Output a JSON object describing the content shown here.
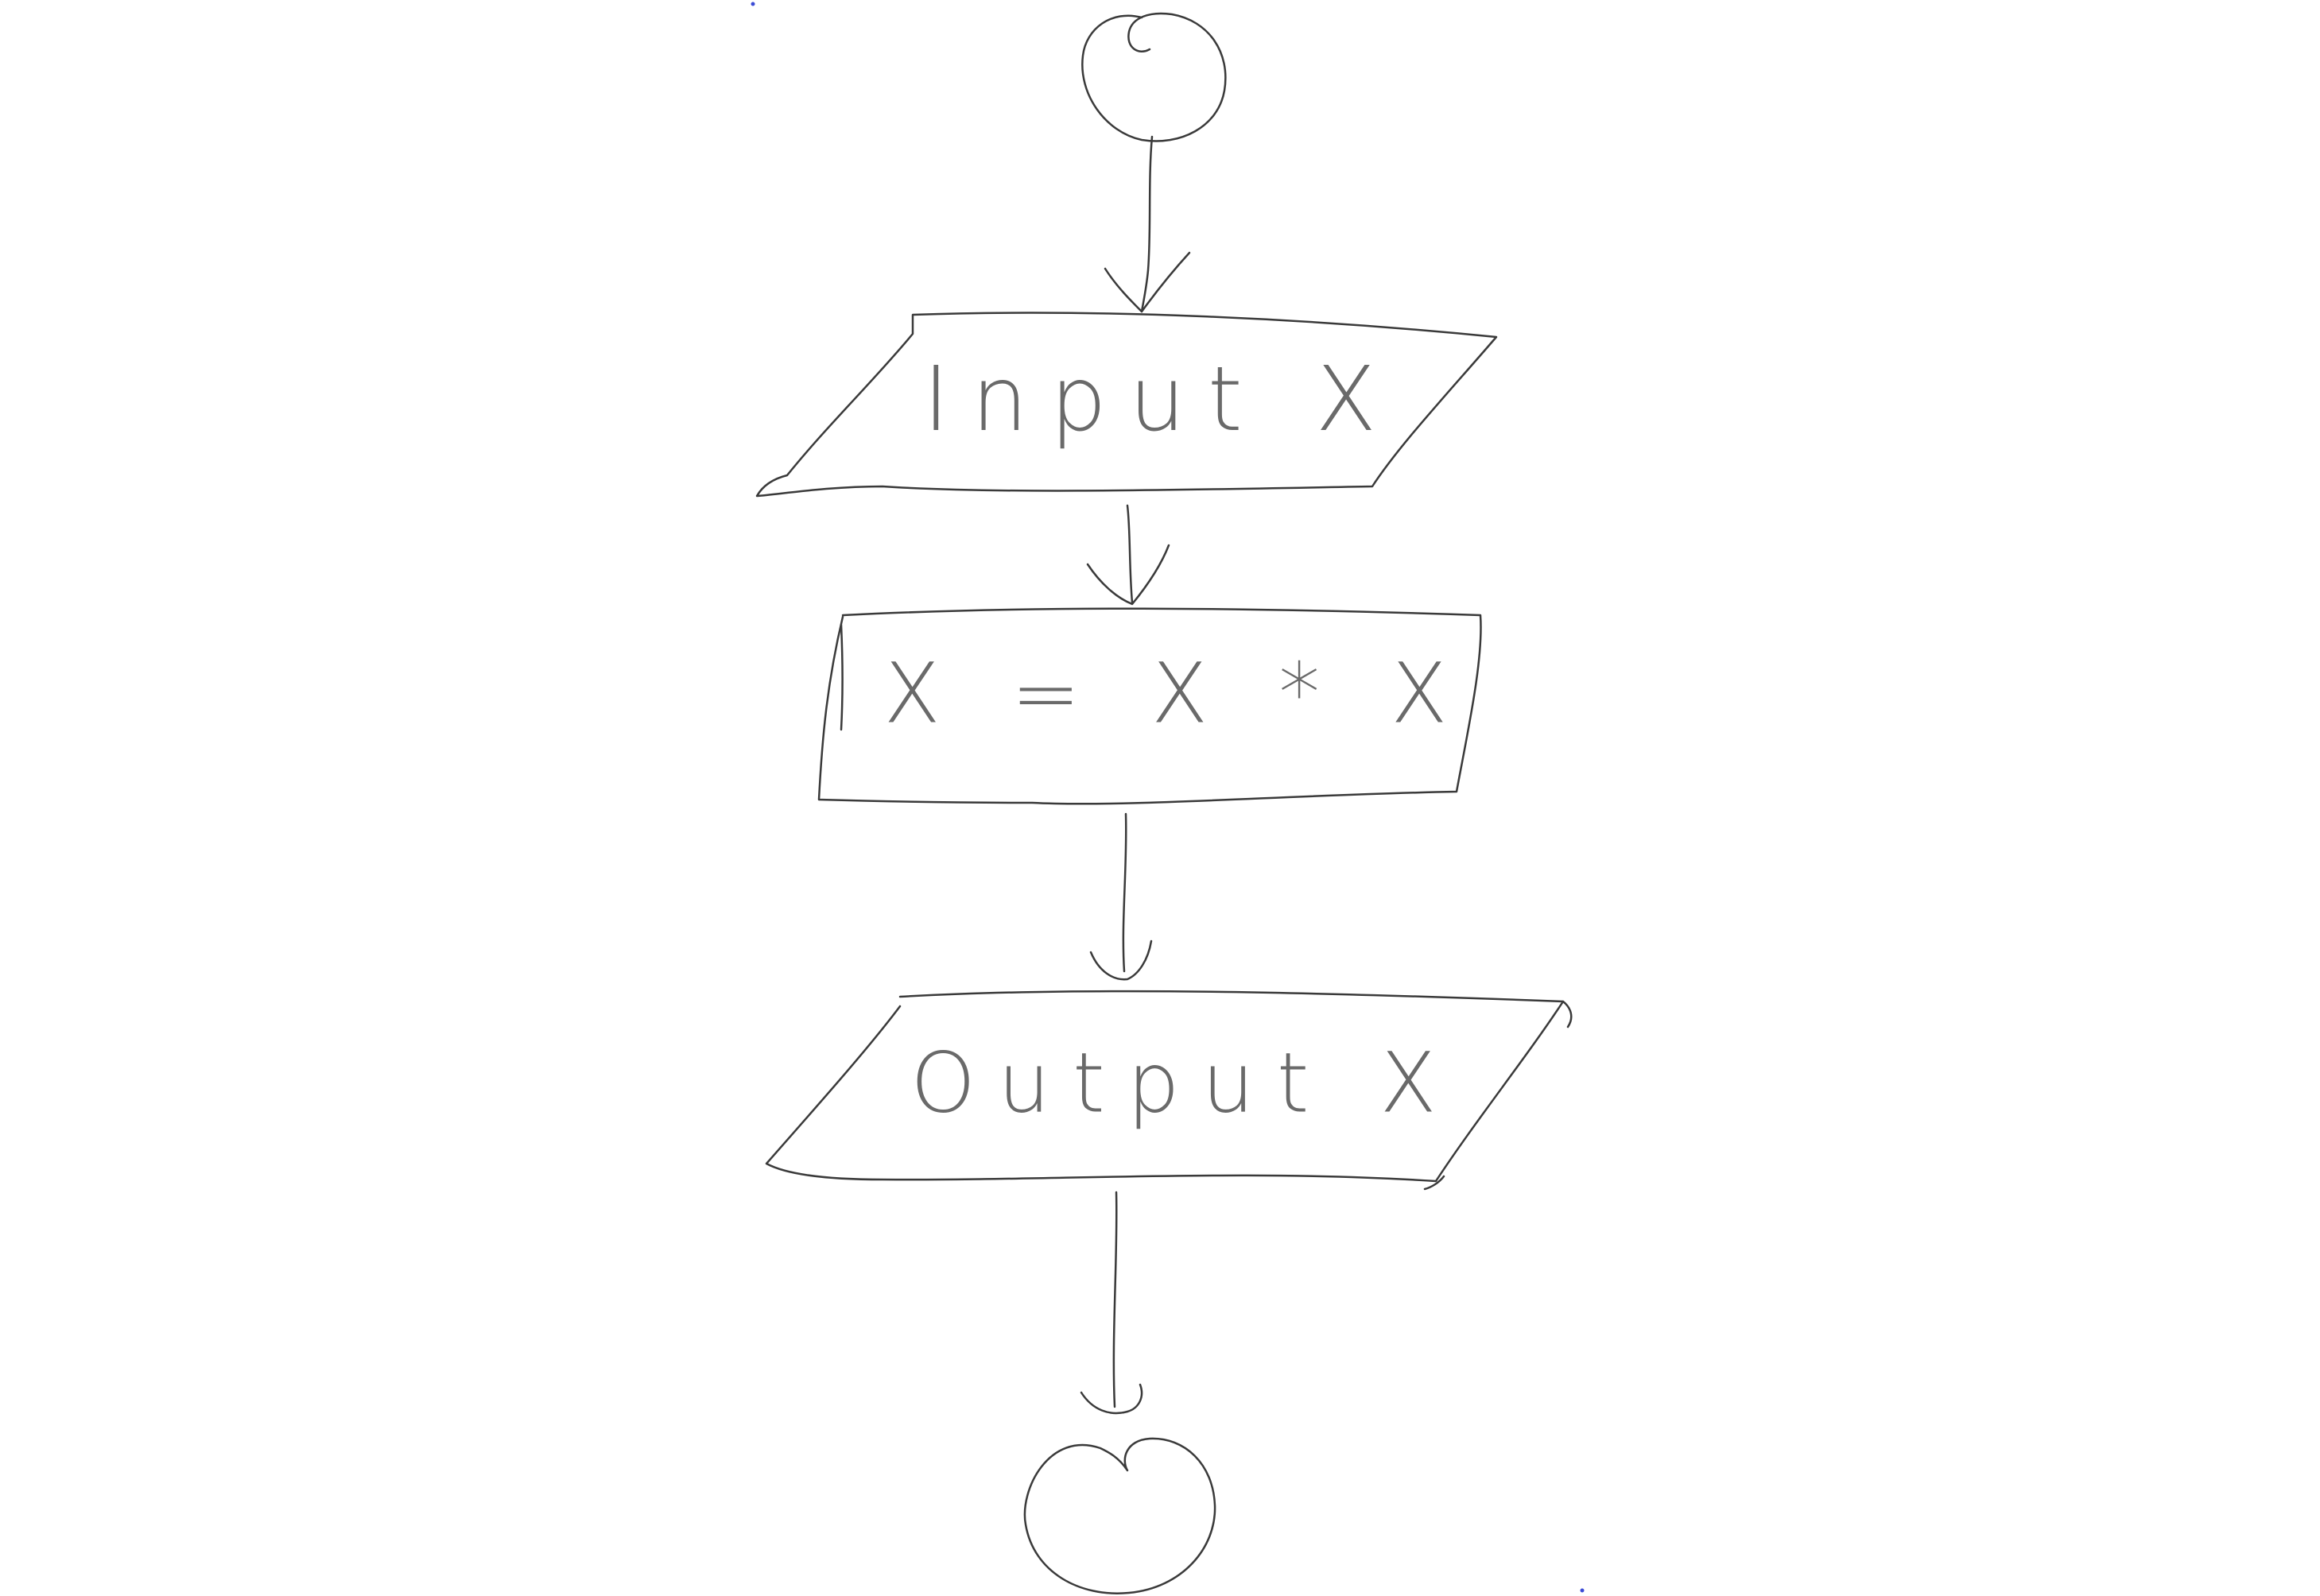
{
  "diagram": {
    "nodes": [
      {
        "id": "start",
        "shape": "circle",
        "label": ""
      },
      {
        "id": "input",
        "shape": "parallelogram",
        "label": "Input X"
      },
      {
        "id": "process",
        "shape": "rectangle",
        "label": "X = X * X"
      },
      {
        "id": "output",
        "shape": "parallelogram",
        "label": "Output X"
      },
      {
        "id": "end",
        "shape": "circle",
        "label": ""
      }
    ],
    "edges": [
      {
        "from": "start",
        "to": "input"
      },
      {
        "from": "input",
        "to": "process"
      },
      {
        "from": "process",
        "to": "output"
      },
      {
        "from": "output",
        "to": "end"
      }
    ]
  },
  "colors": {
    "background": "#ffffff",
    "stroke": "#3a3a3a",
    "text": "#6a6a6a",
    "stray_dot": "#3b4bd6"
  }
}
